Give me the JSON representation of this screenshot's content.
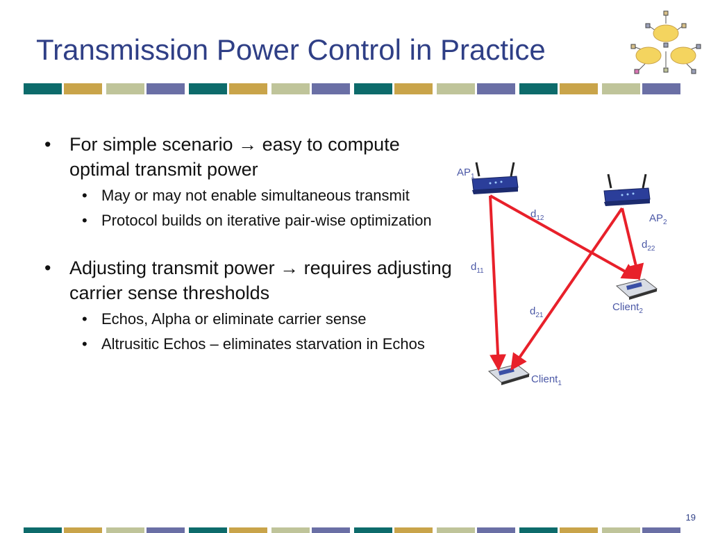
{
  "slide": {
    "title": "Transmission Power Control in Practice",
    "page_number": "19"
  },
  "bullets": {
    "b1": "For simple scenario",
    "b1_after": "easy to compute optimal transmit power",
    "b1_subs": [
      "May or may not enable simultaneous transmit",
      "Protocol builds on iterative pair-wise optimization"
    ],
    "b2": "Adjusting transmit power",
    "b2_after": "requires adjusting carrier sense thresholds",
    "b2_subs": [
      "Echos, Alpha or eliminate carrier sense",
      "Altrusitic Echos – eliminates starvation in Echos"
    ]
  },
  "diagram": {
    "ap1": {
      "base": "AP",
      "sub": "1"
    },
    "ap2": {
      "base": "AP",
      "sub": "2"
    },
    "client1": {
      "base": "Client",
      "sub": "1"
    },
    "client2": {
      "base": "Client",
      "sub": "2"
    },
    "d11": {
      "base": "d",
      "sub": "11"
    },
    "d12": {
      "base": "d",
      "sub": "12"
    },
    "d21": {
      "base": "d",
      "sub": "21"
    },
    "d22": {
      "base": "d",
      "sub": "22"
    }
  },
  "colors": {
    "title": "#2f3f86",
    "arrow": "#e8202a",
    "band": [
      "#0d6b6b",
      "#c9a44a",
      "#bfc49a",
      "#6a6fa5"
    ]
  }
}
